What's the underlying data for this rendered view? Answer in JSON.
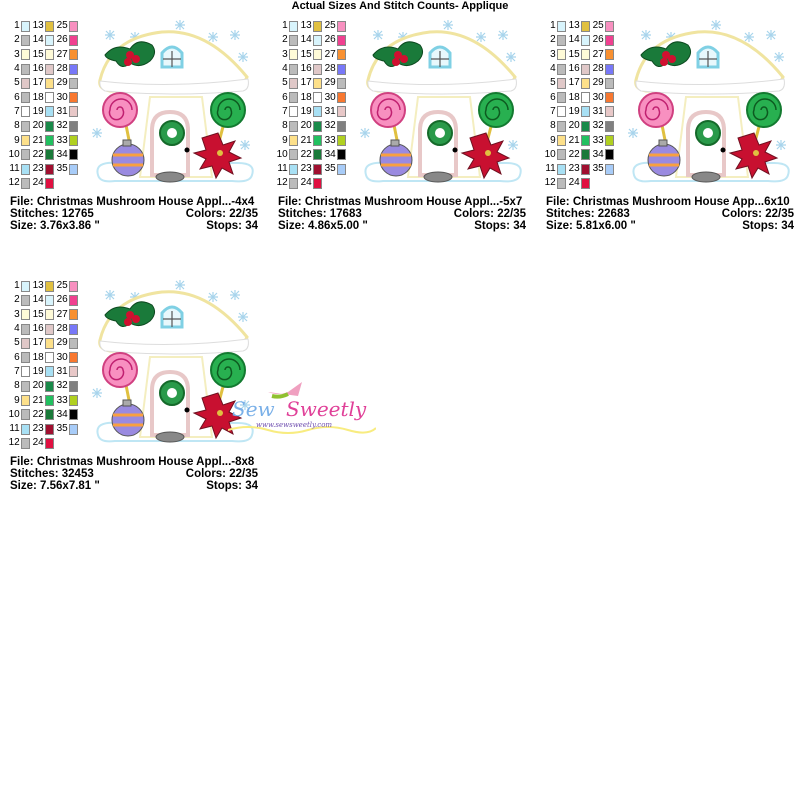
{
  "title": "Actual Sizes And Stitch Counts- Applique",
  "colors": [
    "#d8f4fc",
    "#bbbbbb",
    "#fffbd8",
    "#bbbbbb",
    "#e0c8c8",
    "#bbbbbb",
    "#ffffff",
    "#bbbbbb",
    "#fde08a",
    "#bbbbbb",
    "#a8e0f4",
    "#bbbbbb",
    "#e0c040",
    "#d8f4fc",
    "#fffbd8",
    "#e0c8c8",
    "#fde08a",
    "#ffffff",
    "#a8e0f4",
    "#1a8a4a",
    "#22c060",
    "#1a7a3a",
    "#a01030",
    "#e01040",
    "#f890c0",
    "#f04090",
    "#f89030",
    "#7878f8",
    "#bbbbbb",
    "#f87830",
    "#e8c8c8",
    "#808080",
    "#b0d020",
    "#000000",
    "#a8ccf8"
  ],
  "designs": [
    {
      "file": "File: Christmas Mushroom House Appl...-4x4",
      "stitches": "Stitches: 12765",
      "colors": "Colors: 22/35",
      "size": "Size: 3.76x3.86 \"",
      "stops": "Stops: 34"
    },
    {
      "file": "File: Christmas Mushroom House Appl...-5x7",
      "stitches": "Stitches: 17683",
      "colors": "Colors: 22/35",
      "size": "Size: 4.86x5.00 \"",
      "stops": "Stops: 34"
    },
    {
      "file": "File: Christmas Mushroom House App...6x10",
      "stitches": "Stitches: 22683",
      "colors": "Colors: 22/35",
      "size": "Size: 5.81x6.00 \"",
      "stops": "Stops: 34"
    },
    {
      "file": "File: Christmas Mushroom House Appl...-8x8",
      "stitches": "Stitches: 32453",
      "colors": "Colors: 22/35",
      "size": "Size: 7.56x7.81 \"",
      "stops": "Stops: 34"
    }
  ],
  "logo": {
    "brand": "Sew Sweetly",
    "url": "www.sewsweetly.com"
  }
}
